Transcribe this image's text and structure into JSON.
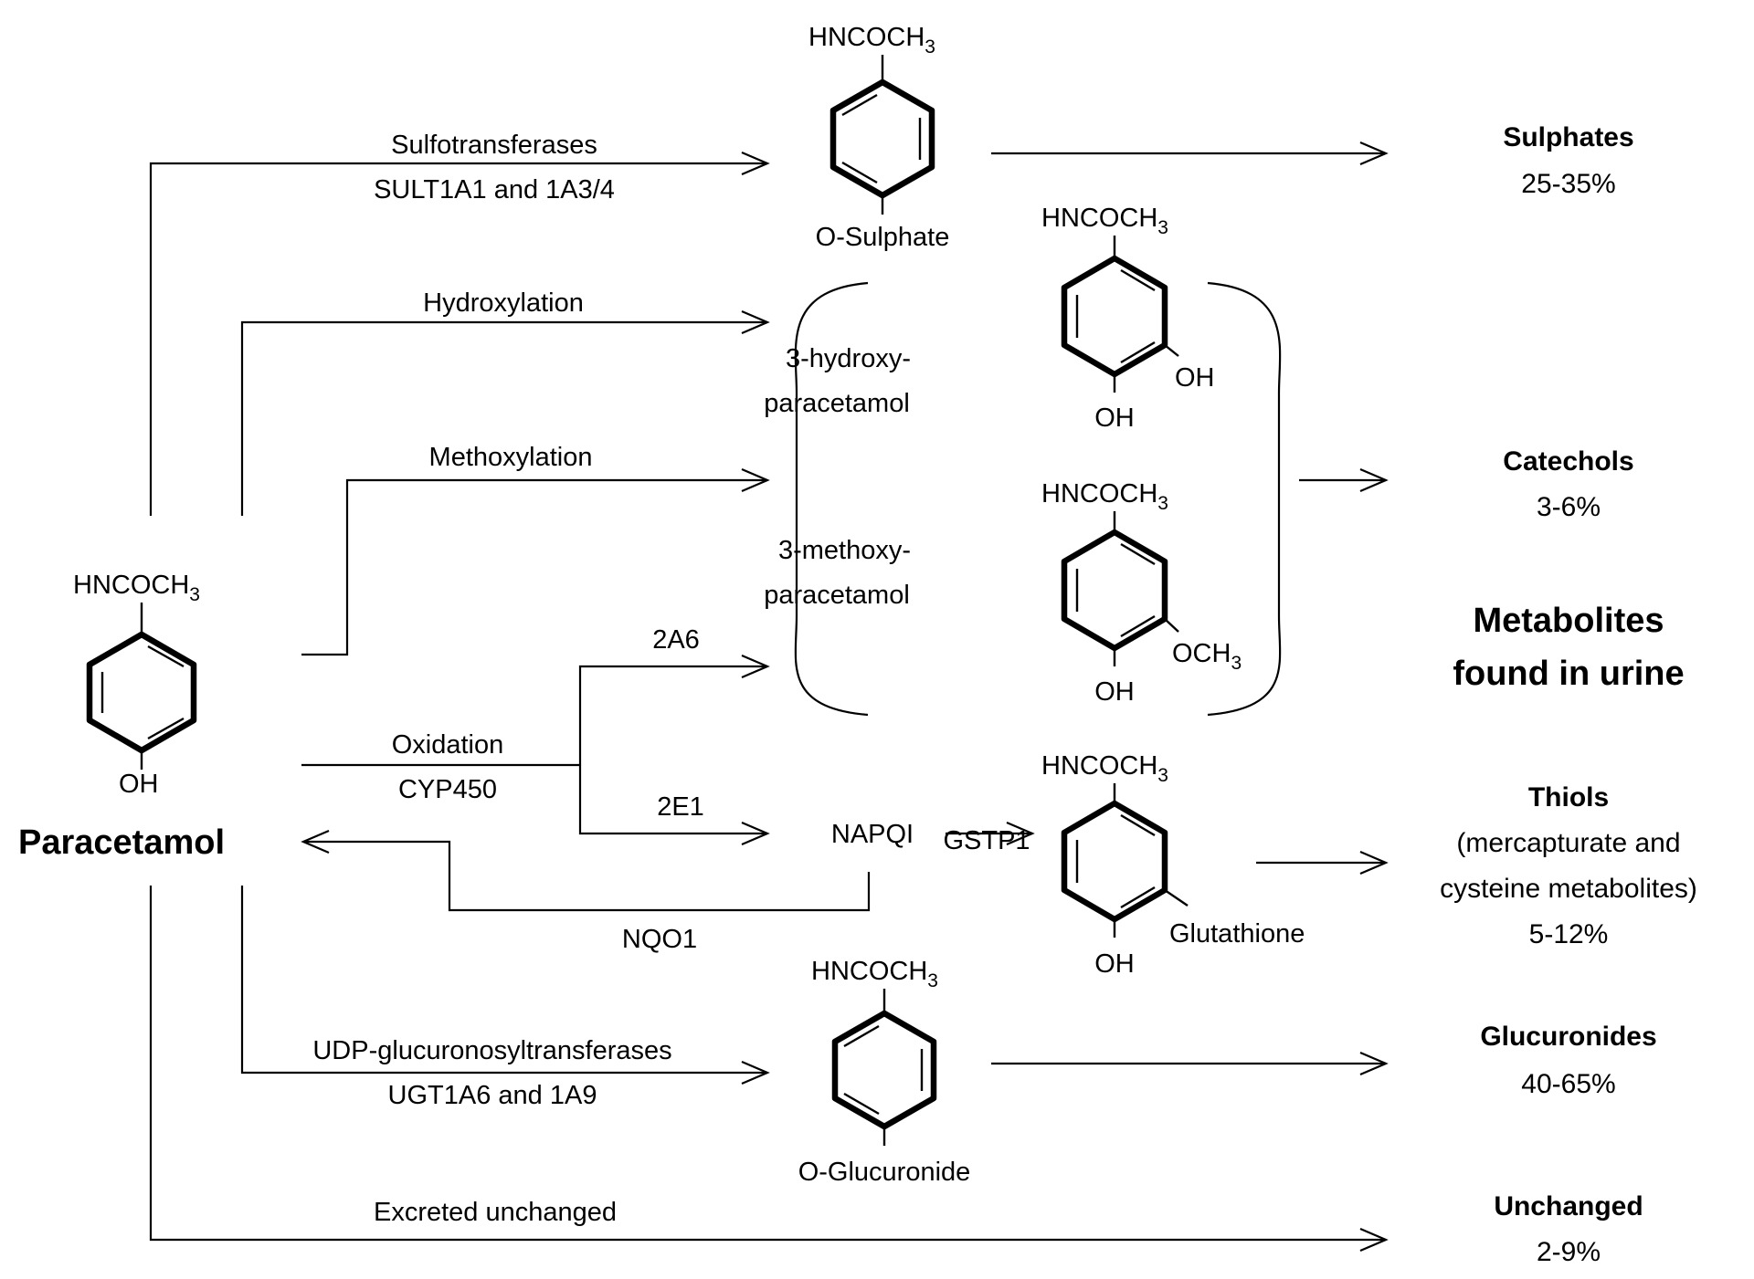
{
  "parent": {
    "name": "Paracetamol",
    "top_group": "HNCOCH3",
    "bottom_group": "OH"
  },
  "pathways": {
    "sulfation": {
      "enzyme_line1": "Sulfotransferases",
      "enzyme_line2": "SULT1A1 and 1A3/4"
    },
    "hydroxylation": {
      "label": "Hydroxylation"
    },
    "methoxylation": {
      "label": "Methoxylation"
    },
    "oxidation": {
      "label_line1": "Oxidation",
      "label_line2": "CYP450",
      "branch_upper": "2A6",
      "branch_lower": "2E1"
    },
    "glucuronidation": {
      "enzyme_line1": "UDP-glucuronosyltransferases",
      "enzyme_line2": "UGT1A6 and 1A9"
    },
    "unchanged": {
      "label": "Excreted unchanged"
    },
    "reduction": {
      "enzyme": "NQO1"
    },
    "conjugation": {
      "enzyme": "GSTP1"
    }
  },
  "intermediates": {
    "sulphate": {
      "top_group": "HNCOCH3",
      "bottom_group": "O-Sulphate"
    },
    "hydroxy": {
      "name_line1": "3-hydroxy-",
      "name_line2": "paracetamol",
      "top_group": "HNCOCH3",
      "ring_substituent": "OH",
      "bottom_group": "OH"
    },
    "methoxy": {
      "name_line1": "3-methoxy-",
      "name_line2": "paracetamol",
      "top_group": "HNCOCH3",
      "ring_substituent": "OCH3",
      "bottom_group": "OH"
    },
    "napqi": {
      "label": "NAPQI"
    },
    "glutathione": {
      "top_group": "HNCOCH3",
      "ring_substituent": "Glutathione",
      "bottom_group": "OH"
    },
    "glucuronide": {
      "top_group": "HNCOCH3",
      "bottom_group": "O-Glucuronide"
    }
  },
  "outcomes": {
    "sulphates": {
      "name": "Sulphates",
      "percent": "25-35%"
    },
    "catechols": {
      "name": "Catechols",
      "percent": "3-6%"
    },
    "urine_note": {
      "line1": "Metabolites",
      "line2": "found in urine"
    },
    "thiols": {
      "name": "Thiols",
      "detail_line1": "(mercapturate and",
      "detail_line2": "cysteine metabolites)",
      "percent": "5-12%"
    },
    "glucuronides": {
      "name": "Glucuronides",
      "percent": "40-65%"
    },
    "unchanged": {
      "name": "Unchanged",
      "percent": "2-9%"
    }
  }
}
